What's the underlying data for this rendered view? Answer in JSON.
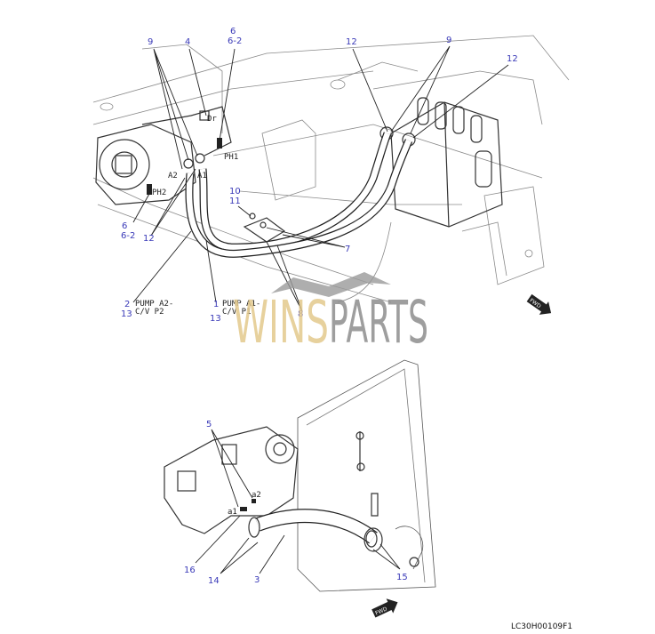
{
  "diagram": {
    "top_view": {
      "callouts": {
        "c9_left": "9",
        "c4": "4",
        "c6_top": "6",
        "c6_2_top": "6-2",
        "c12_top_left": "12",
        "c9_right": "9",
        "c12_right": "12",
        "c10": "10",
        "c11": "11",
        "c7": "7",
        "c6_left": "6",
        "c6_2_left": "6-2",
        "c12_left": "12",
        "c2": "2",
        "c13_a": "13",
        "c1": "1",
        "c13_b": "13",
        "c8": "8"
      },
      "ports": {
        "dr": "Dr",
        "ph1": "PH1",
        "ph2": "PH2",
        "a2": "A2",
        "a1": "A1"
      },
      "hose_labels": {
        "hose2_line1": "PUMP A2-",
        "hose2_line2": "C/V P2",
        "hose1_line1": "PUMP A1-",
        "hose1_line2": "C/V P1"
      },
      "fwd_label": "FWD"
    },
    "bottom_view": {
      "callouts": {
        "c5": "5",
        "c16": "16",
        "c14": "14",
        "c3": "3",
        "c15": "15"
      },
      "ports": {
        "a2": "a2",
        "a1": "a1"
      },
      "fwd_label": "FWD"
    },
    "watermark": {
      "part1": "WINS",
      "part2": "PARTS"
    },
    "drawing_code": "LC30H00109F1"
  }
}
